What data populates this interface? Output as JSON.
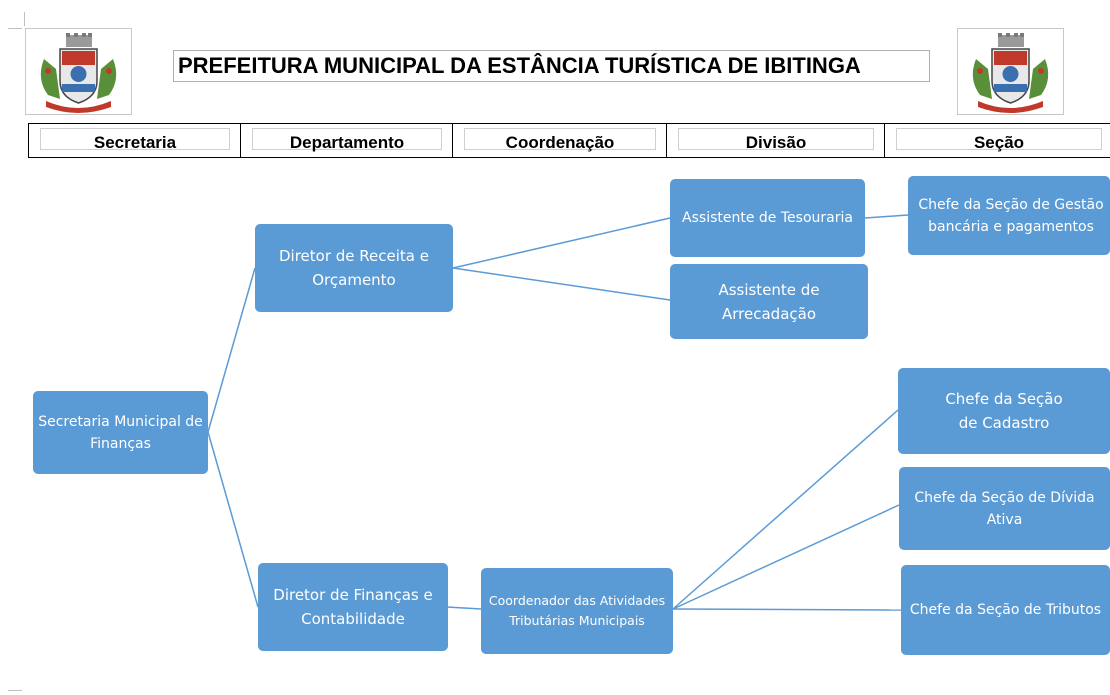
{
  "header": {
    "title": "PREFEITURA MUNICIPAL DA ESTÂNCIA TURÍSTICA DE IBITINGA",
    "left_emblem": "coat-of-arms-icon",
    "right_emblem": "coat-of-arms-icon"
  },
  "levels": [
    "Secretaria",
    "Departamento",
    "Coordenação",
    "Divisão",
    "Seção"
  ],
  "org_chart": {
    "root": "Secretaria Municipal de Finanças",
    "departments": [
      "Diretor de Receita e Orçamento",
      "Diretor de Finanças e Contabilidade"
    ],
    "coordination": "Coordenador das Atividades Tributárias Municipais",
    "divisions": [
      "Assistente de Tesouraria",
      "Assistente de Arrecadação"
    ],
    "sections": [
      "Chefe da Seção de Gestão bancária e pagamentos",
      "Chefe da Seção de Cadastro",
      "Chefe da Seção de Dívida Ativa",
      "Chefe da Seção de Tributos"
    ]
  },
  "colors": {
    "node_fill": "#5b9bd5",
    "node_text": "#ffffff",
    "connector": "#5b9bd5"
  }
}
